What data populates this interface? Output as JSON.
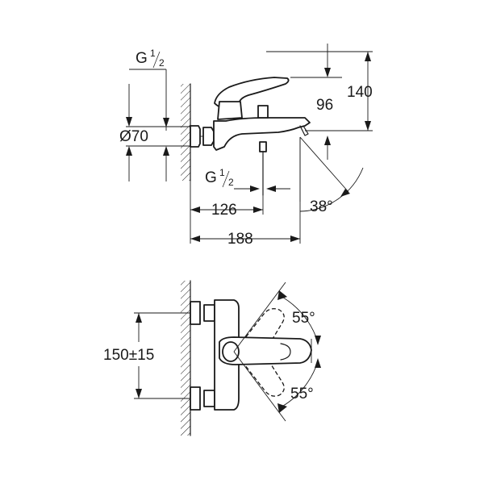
{
  "dimensions": {
    "g_half_top": {
      "prefix": "G",
      "num": "1",
      "den": "2"
    },
    "diameter": "Ø70",
    "height_140": "140",
    "height_96": "96",
    "g_half_bottom": {
      "prefix": "G",
      "num": "1",
      "den": "2"
    },
    "length_126": "126",
    "angle_38": "38°",
    "length_188": "188",
    "spacing": "150±15",
    "angle_55_upper": "55°",
    "angle_55_lower": "55°"
  }
}
